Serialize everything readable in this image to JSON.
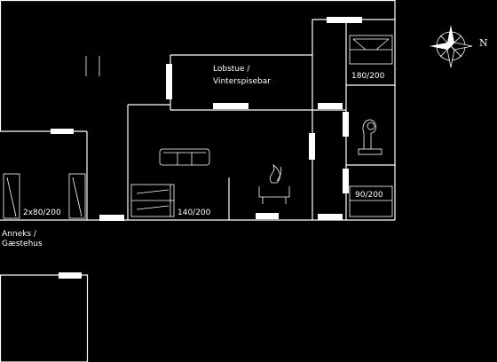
{
  "labels": {
    "lounge_line1": "Lobstue /",
    "lounge_line2": "Vinterspisebar",
    "annex_line1": "Anneks /",
    "annex_line2": "Gæstehus",
    "bed_annex": "2x80/200",
    "bed_living": "140/200",
    "bed_top_right": "180/200",
    "bed_bottom_right": "90/200",
    "north": "N"
  },
  "colors": {
    "background": "#000000",
    "lines": "#ffffff"
  },
  "icons": [
    "compass-rose-icon",
    "fireplace-icon",
    "sofa-icon",
    "toilet-icon",
    "bed-icon"
  ]
}
